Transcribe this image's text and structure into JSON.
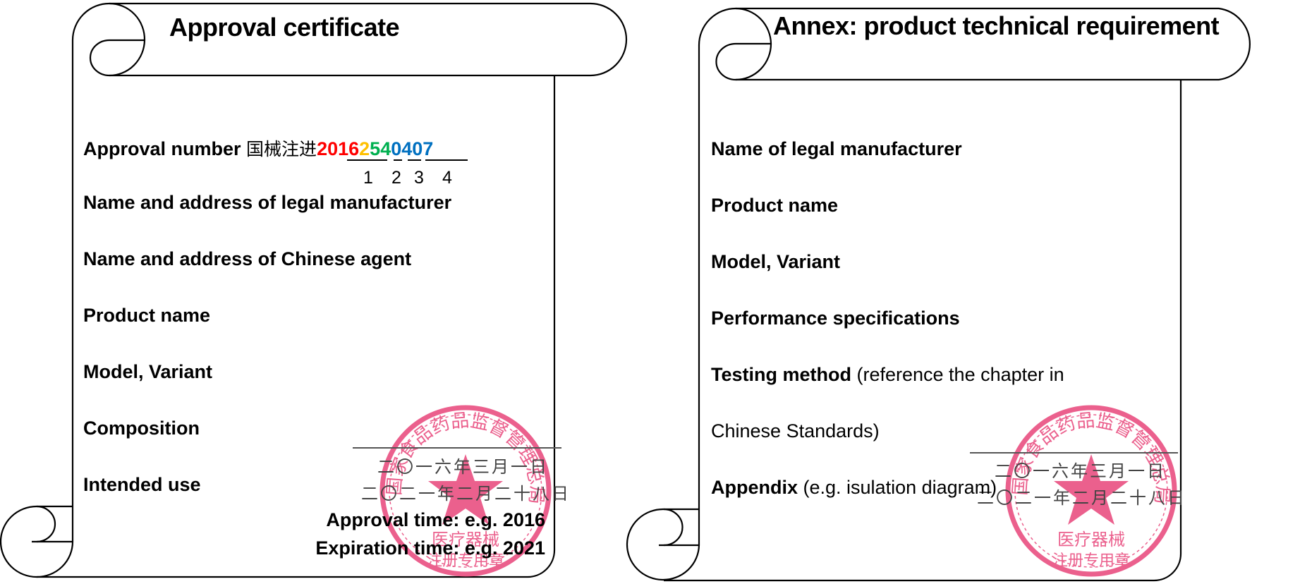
{
  "left_scroll": {
    "title": "Approval certificate",
    "approval_number": {
      "label": "Approval number",
      "prefix_cn": "国械注进",
      "segments": [
        {
          "text": "2016",
          "color": "#FF0000"
        },
        {
          "text": "2",
          "color": "#FFC000"
        },
        {
          "text": "54",
          "color": "#00B050"
        },
        {
          "text": "0407",
          "color": "#0070C0"
        }
      ],
      "indices": [
        "1",
        "2",
        "3",
        "4"
      ]
    },
    "items": [
      "Name and address of legal manufacturer",
      "Name and address of Chinese agent",
      "Product name",
      "Model, Variant",
      "Composition",
      "Intended use"
    ],
    "stamp": {
      "ring_text": "国家食品药品监督管理总局",
      "center_text_1": "医疗器械",
      "center_text_2": "注册专用章",
      "color": "#E8457A"
    },
    "dates": {
      "issue_cn": "二〇一六年三月一日",
      "expiry_cn": "二〇二一年二月二十八日"
    },
    "approval_time": "Approval time: e.g. 2016",
    "expiration_time": "Expiration time: e.g. 2021"
  },
  "right_scroll": {
    "title": "Annex: product technical requirement",
    "items": [
      {
        "bold": "Name of legal manufacturer",
        "plain": ""
      },
      {
        "bold": "Product name",
        "plain": ""
      },
      {
        "bold": "Model, Variant",
        "plain": ""
      },
      {
        "bold": "Performance specifications",
        "plain": ""
      },
      {
        "bold": "Testing method",
        "plain": " (reference the chapter in"
      },
      {
        "bold": "",
        "plain": "Chinese Standards)"
      },
      {
        "bold": "Appendix",
        "plain": " (e.g. isulation diagram)"
      }
    ],
    "stamp": {
      "ring_text": "国家食品药品监督管理总局",
      "center_text_1": "医疗器械",
      "center_text_2": "注册专用章",
      "color": "#E8457A"
    },
    "dates": {
      "issue_cn": "二〇一六年三月一日",
      "expiry_cn": "二〇二一年二月二十八日"
    }
  }
}
